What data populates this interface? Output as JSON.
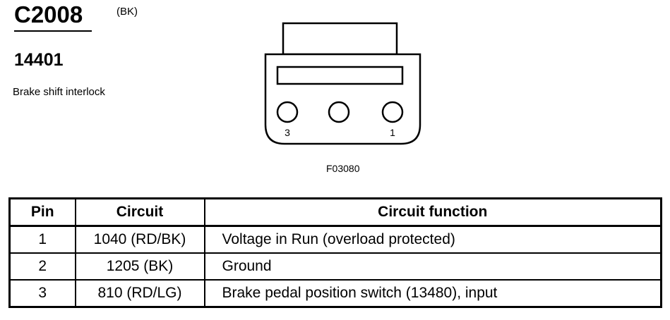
{
  "connector": {
    "id": "C2008",
    "color": "(BK)",
    "part_number": "14401",
    "description": "Brake shift interlock",
    "figure_ref": "F03080",
    "pin_labels": {
      "left": "3",
      "right": "1"
    }
  },
  "table": {
    "headers": [
      "Pin",
      "Circuit",
      "Circuit function"
    ],
    "rows": [
      {
        "pin": "1",
        "circuit": "1040 (RD/BK)",
        "function": "Voltage in Run (overload protected)"
      },
      {
        "pin": "2",
        "circuit": "1205 (BK)",
        "function": "Ground"
      },
      {
        "pin": "3",
        "circuit": "810 (RD/LG)",
        "function": "Brake pedal position switch (13480), input"
      }
    ]
  }
}
